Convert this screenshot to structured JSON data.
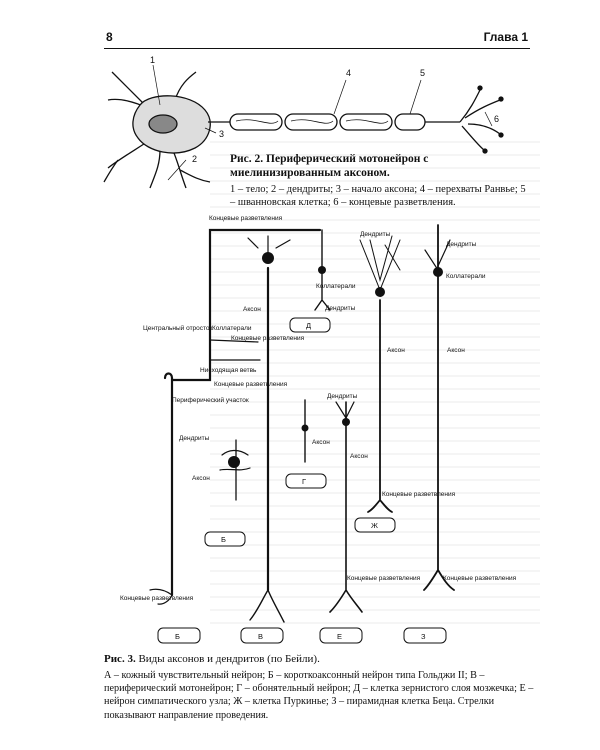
{
  "header": {
    "page_number": "8",
    "chapter": "Глава 1"
  },
  "figure2": {
    "title": "Рис. 2.",
    "title_text": "Периферический мотонейрон с миелинизированным аксоном.",
    "legend": "1 – тело; 2 – дендриты; 3 – начало аксона; 4 – перехваты Ранвье; 5 – шванновская клетка; 6 – концевые разветвления.",
    "numbers": [
      "1",
      "2",
      "3",
      "4",
      "5",
      "6"
    ]
  },
  "figure3": {
    "title": "Рис. 3.",
    "title_text": "Виды аксонов и дендритов (по Бейли).",
    "legend": "А – кожный чувствительный нейрон; Б – короткоаксонный нейрон типа Гольджи II; В – периферический мотонейрон; Г – обонятельный нейрон; Д – клетка зернистого слоя мозжечка; Е – нейрон симпатического узла; Ж – клетка Пуркинье; З – пирамидная клетка Беца. Стрелки показывают направление проведения.",
    "labels": {
      "terminal_branches": "Концевые разветвления",
      "dendrites": "Дендриты",
      "axon": "Аксон",
      "collaterals": "Коллатерали",
      "central_process": "Центральный отросток",
      "collaterals_lbl": "Коллатерали",
      "descending_branch": "Нисходящая ветвь",
      "peripheral_part": "Периферический участок"
    },
    "cell_letters": [
      "Б",
      "В",
      "Е",
      "З",
      "Б",
      "Г",
      "Д",
      "Ж"
    ]
  }
}
